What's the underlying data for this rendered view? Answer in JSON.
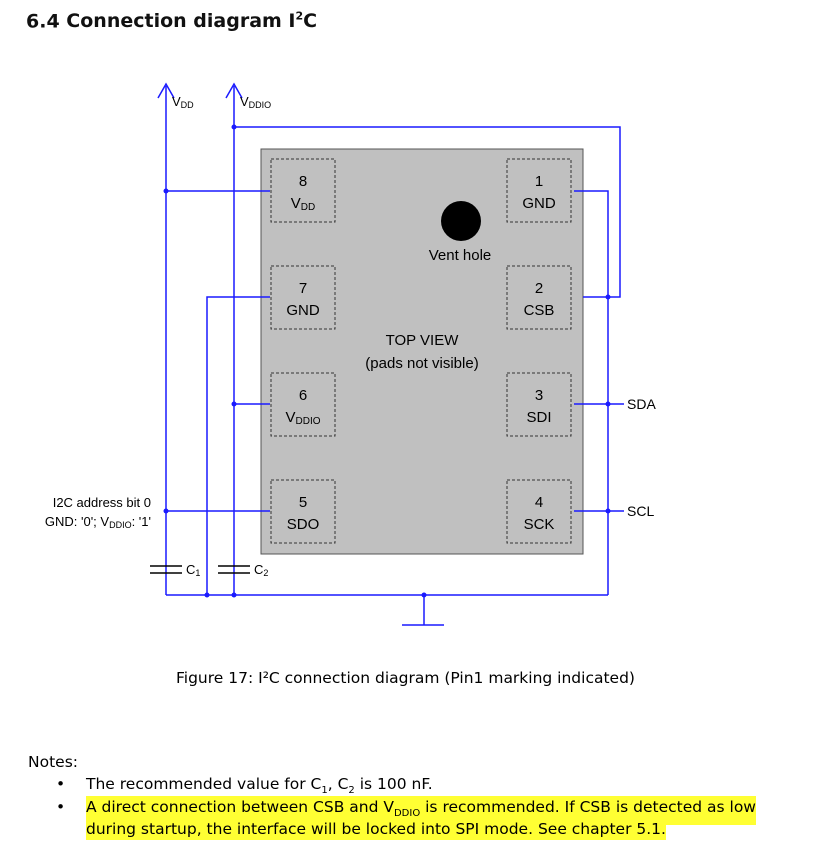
{
  "heading": {
    "number": "6.4",
    "title": "Connection diagram I",
    "title_sup": "2",
    "title_end": "C"
  },
  "rails": {
    "vdd": {
      "main": "V",
      "sub": "DD"
    },
    "vddio": {
      "main": "V",
      "sub": "DDIO"
    }
  },
  "package": {
    "vent_label": "Vent hole",
    "top_view": "TOP VIEW",
    "pads_note": "(pads not visible)"
  },
  "pins": [
    {
      "number": "8",
      "name": "V",
      "name_sub": "DD"
    },
    {
      "number": "7",
      "name": "GND",
      "name_sub": ""
    },
    {
      "number": "6",
      "name": "V",
      "name_sub": "DDIO"
    },
    {
      "number": "5",
      "name": "SDO",
      "name_sub": ""
    },
    {
      "number": "1",
      "name": "GND",
      "name_sub": ""
    },
    {
      "number": "2",
      "name": "CSB",
      "name_sub": ""
    },
    {
      "number": "3",
      "name": "SDI",
      "name_sub": ""
    },
    {
      "number": "4",
      "name": "SCK",
      "name_sub": ""
    }
  ],
  "signals": {
    "sda": "SDA",
    "scl": "SCL"
  },
  "address_note": {
    "line1": "I2C address bit 0",
    "line2_a": "GND: '0'; V",
    "line2_sub": "DDIO",
    "line2_b": ": '1'"
  },
  "capacitors": {
    "c1": {
      "main": "C",
      "sub": "1"
    },
    "c2": {
      "main": "C",
      "sub": "2"
    }
  },
  "caption": "Figure 17: I²C connection diagram (Pin1 marking indicated)",
  "notes": {
    "title": "Notes:",
    "bullet": "•",
    "note1_a": "The recommended value for C",
    "note1_sub1": "1",
    "note1_b": ", C",
    "note1_sub2": "2",
    "note1_c": " is 100 nF.",
    "note2_line1_a": "A direct connection between CSB and V",
    "note2_line1_sub": "DDIO",
    "note2_line1_b": " is recommended. If CSB is detected as low",
    "note2_line2": "during startup, the interface will be locked into SPI mode. See chapter 5.1."
  },
  "colors": {
    "wire": "#1a1aff",
    "package": "#c0c0c0",
    "highlight": "#ffff33"
  }
}
